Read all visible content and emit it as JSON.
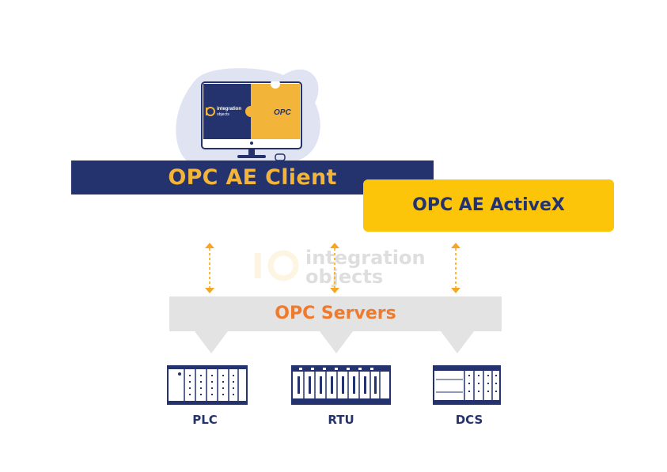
{
  "client": {
    "label": "OPC AE Client"
  },
  "activex": {
    "label": "OPC AE ActiveX"
  },
  "servers": {
    "label": "OPC Servers"
  },
  "devices": [
    {
      "label": "PLC"
    },
    {
      "label": "RTU"
    },
    {
      "label": "DCS"
    }
  ],
  "watermark": {
    "logo": "io",
    "line1": "integration",
    "line2": "objects"
  },
  "monitor": {
    "logo_text_1": "integration",
    "logo_text_2": "objects",
    "opc_text": "OPC"
  },
  "colors": {
    "navy": "#24336e",
    "yellow": "#fcc50a",
    "orange": "#f07a2c",
    "gray": "#e3e3e3",
    "blob": "#dfe3f2"
  },
  "icons": [
    "computer-monitor-icon",
    "puzzle-icon",
    "double-arrow-icon",
    "plc-rack-icon",
    "rtu-rack-icon",
    "dcs-rack-icon"
  ]
}
